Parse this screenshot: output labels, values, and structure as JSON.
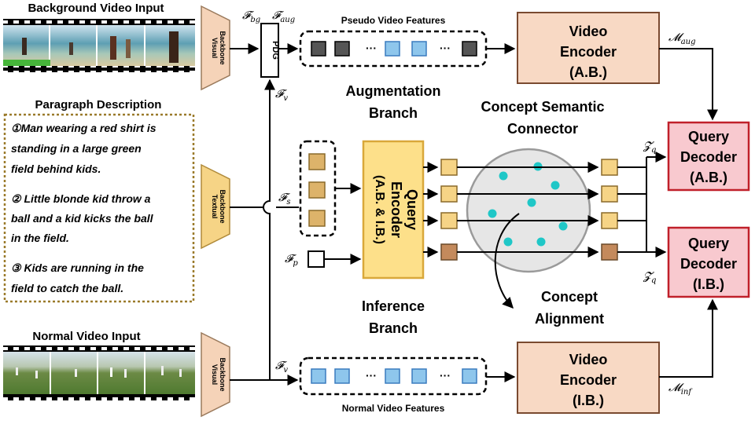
{
  "inputs": {
    "background_title": "Background Video Input",
    "normal_title": "Normal Video Input",
    "paragraph_title": "Paragraph Description",
    "paragraph": [
      {
        "marker": "①",
        "lines": [
          "Man wearing a red shirt is",
          "standing in a large green",
          "field behind kids."
        ]
      },
      {
        "marker": "②",
        "lines": [
          "Little blonde kid throw a",
          "ball and a kid kicks the ball",
          "in the field."
        ]
      },
      {
        "marker": "③",
        "lines": [
          "Kids are running in the",
          "field to catch the ball."
        ]
      }
    ]
  },
  "backbones": {
    "visual_top": [
      "Visual",
      "Backbone"
    ],
    "textual": [
      "Textual",
      "Backbone"
    ],
    "visual_bottom": [
      "Visual",
      "Backbone"
    ]
  },
  "features": {
    "f_bg": "𝓕",
    "f_bg_sub": "bg",
    "f_aug": "𝓕",
    "f_aug_sub": "aug",
    "f_v_top": "𝓕",
    "f_v_top_sub": "v",
    "f_s": "𝓕",
    "f_s_sub": "s",
    "f_p": "𝓕",
    "f_p_sub": "p",
    "f_v_bottom": "𝓕",
    "f_v_bottom_sub": "v",
    "m_aug": "𝓜",
    "m_aug_sub": "aug",
    "m_inf": "𝓜",
    "m_inf_sub": "inf",
    "z_q_top": "𝓩",
    "z_q_top_sub": "q",
    "z_q_bottom": "𝓩",
    "z_q_bottom_sub": "q"
  },
  "labels": {
    "pdg": "PDG",
    "pseudo_features": "Pseudo Video Features",
    "normal_features": "Normal Video Features",
    "augmentation_branch": [
      "Augmentation",
      "Branch"
    ],
    "inference_branch": [
      "Inference",
      "Branch"
    ],
    "concept_connector": [
      "Concept Semantic",
      "Connector"
    ],
    "concept_alignment": [
      "Concept",
      "Alignment"
    ],
    "ellipsis": "···",
    "query_encoder": [
      "Query",
      "Encoder",
      "(A.B. & I.B.)"
    ]
  },
  "modules": {
    "video_encoder_ab": [
      "Video",
      "Encoder",
      "(A.B.)"
    ],
    "video_encoder_ib": [
      "Video",
      "Encoder",
      "(I.B.)"
    ],
    "query_decoder_ab": [
      "Query",
      "Decoder",
      "(A.B.)"
    ],
    "query_decoder_ib": [
      "Query",
      "Decoder",
      "(I.B.)"
    ]
  },
  "colors": {
    "backbone_fill": "#f5d3b8",
    "backbone_stroke": "#9a7a5c",
    "textual_fill": "#f6d486",
    "query_encoder_fill": "#fde08a",
    "query_encoder_stroke": "#d9a83a",
    "video_encoder_fill": "#f8d9c4",
    "video_encoder_stroke": "#7a4a30",
    "decoder_fill": "#f8c9cf",
    "decoder_stroke": "#c0202a",
    "feature_gray": "#555555",
    "feature_blue": "#8ec6ec",
    "feature_blue_stroke": "#3a7bbf",
    "feature_tan": "#ddb36a",
    "feature_tan_stroke": "#8a6a2a",
    "feature_brown": "#c48a5c",
    "concept_fill": "#e4e4e4",
    "concept_dot": "#1fc7c7",
    "paragraph_border": "#9a7a2a"
  }
}
